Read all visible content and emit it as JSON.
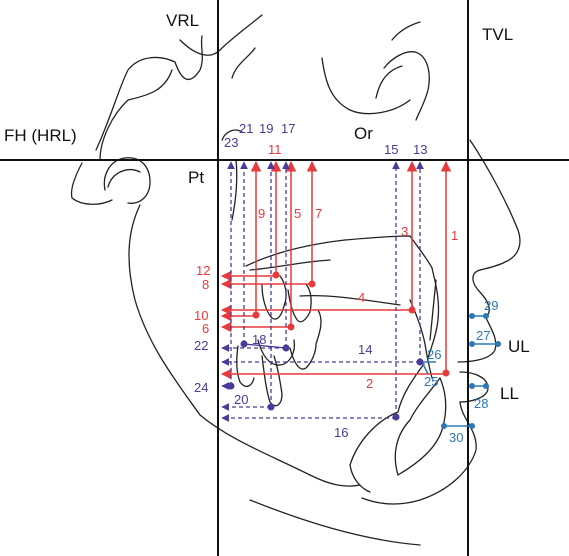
{
  "reference_lines": {
    "vrl": "VRL",
    "tvl": "TVL",
    "fh": "FH (HRL)"
  },
  "landmarks": {
    "pt": "Pt",
    "or": "Or",
    "ul": "UL",
    "ll": "LL"
  },
  "colors": {
    "red": "#e8393b",
    "purple": "#4b3a9a",
    "blue": "#2a78b8",
    "outline": "#222222"
  },
  "measurements": {
    "m1": "1",
    "m2": "2",
    "m3": "3",
    "m4": "4",
    "m5": "5",
    "m6": "6",
    "m7": "7",
    "m8": "8",
    "m9": "9",
    "m10": "10",
    "m11": "11",
    "m12": "12",
    "m13": "13",
    "m14": "14",
    "m15": "15",
    "m16": "16",
    "m17": "17",
    "m18": "18",
    "m19": "19",
    "m20": "20",
    "m21": "21",
    "m22": "22",
    "m23": "23",
    "m24": "24",
    "m25": "25",
    "m26": "26",
    "m27": "27",
    "m28": "28",
    "m29": "29",
    "m30": "30"
  }
}
